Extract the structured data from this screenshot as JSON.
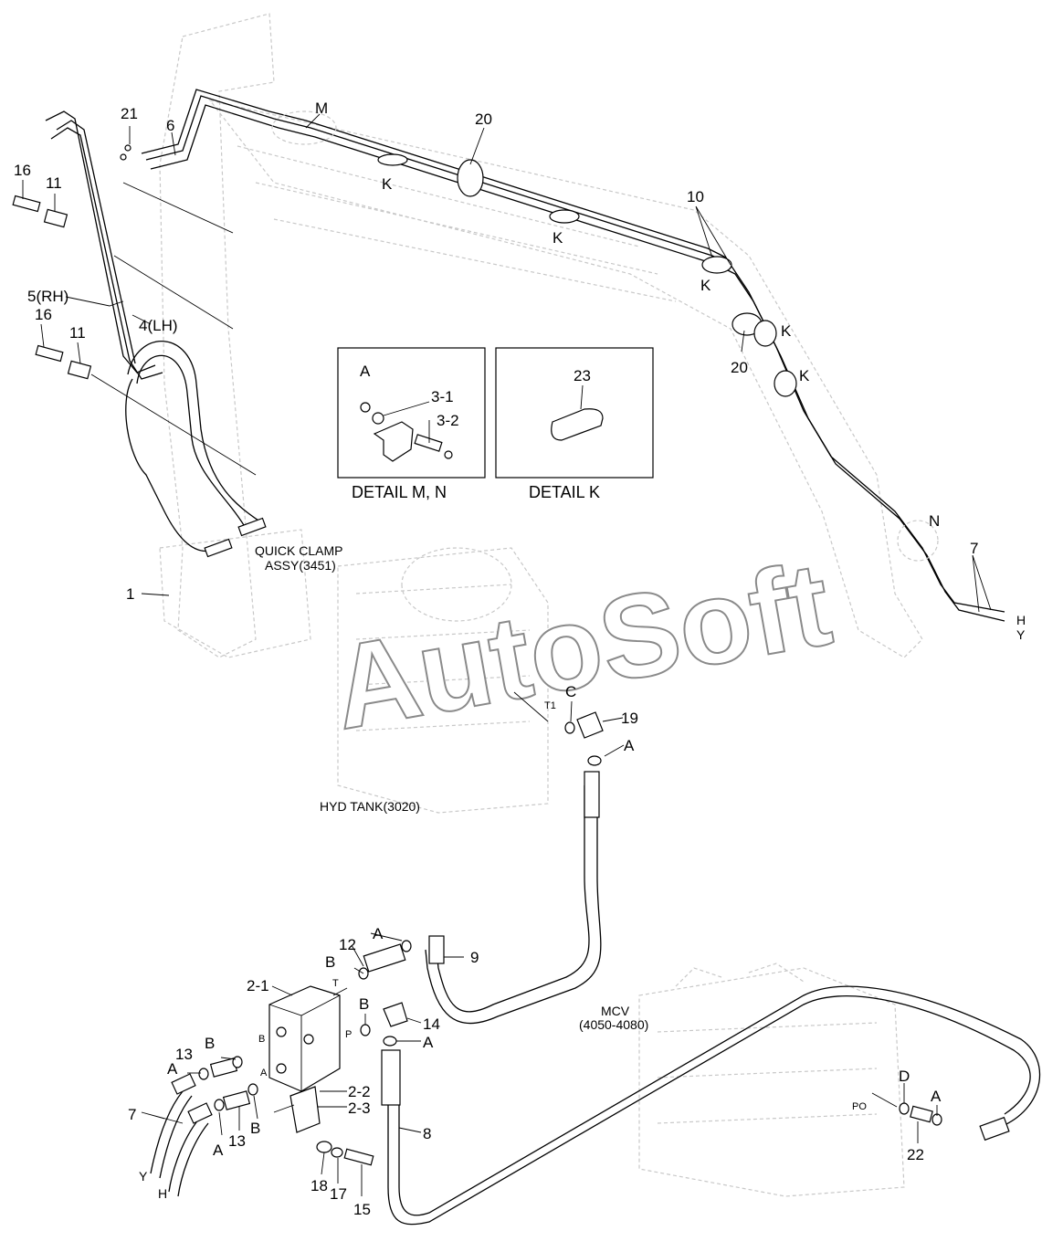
{
  "watermark": "AutoSoft",
  "details": {
    "mn_label": "DETAIL M, N",
    "k_label": "DETAIL K"
  },
  "assemblies": {
    "quick_clamp_line1": "QUICK CLAMP",
    "quick_clamp_line2": "ASSY(3451)",
    "hyd_tank": "HYD TANK(3020)",
    "mcv_line1": "MCV",
    "mcv_line2": "(4050-4080)"
  },
  "callouts": {
    "p21": "21",
    "p6": "6",
    "pM": "M",
    "p20a": "20",
    "p16a": "16",
    "p11a": "11",
    "pKa": "K",
    "pKb": "K",
    "p10": "10",
    "pKc": "K",
    "p5rh": "5(RH)",
    "p16b": "16",
    "p11b": "11",
    "p4lh": "4(LH)",
    "pKd": "K",
    "p20b": "20",
    "pKe": "K",
    "dA": "A",
    "d31": "3-1",
    "d32": "3-2",
    "d23": "23",
    "pN": "N",
    "p7a": "7",
    "pHa": "H",
    "pYa": "Y",
    "p1": "1",
    "pC": "C",
    "pT1": "T1",
    "p19": "19",
    "pA1": "A",
    "pA2": "A",
    "p12": "12",
    "pB1": "B",
    "p9": "9",
    "pT": "T",
    "p21b": "2-1",
    "pB2": "B",
    "p14": "14",
    "pP": "P",
    "pA3": "A",
    "pB3": "B",
    "pBport": "B",
    "p13a": "13",
    "pA4": "A",
    "pAport": "A",
    "p22a": "2-2",
    "p23a": "2-3",
    "p7b": "7",
    "pA5": "A",
    "p13b": "13",
    "pB4": "B",
    "p8": "8",
    "pYb": "Y",
    "pHb": "H",
    "p18": "18",
    "p17": "17",
    "p15": "15",
    "pD": "D",
    "pA6": "A",
    "pPO": "PO",
    "p22": "22"
  }
}
